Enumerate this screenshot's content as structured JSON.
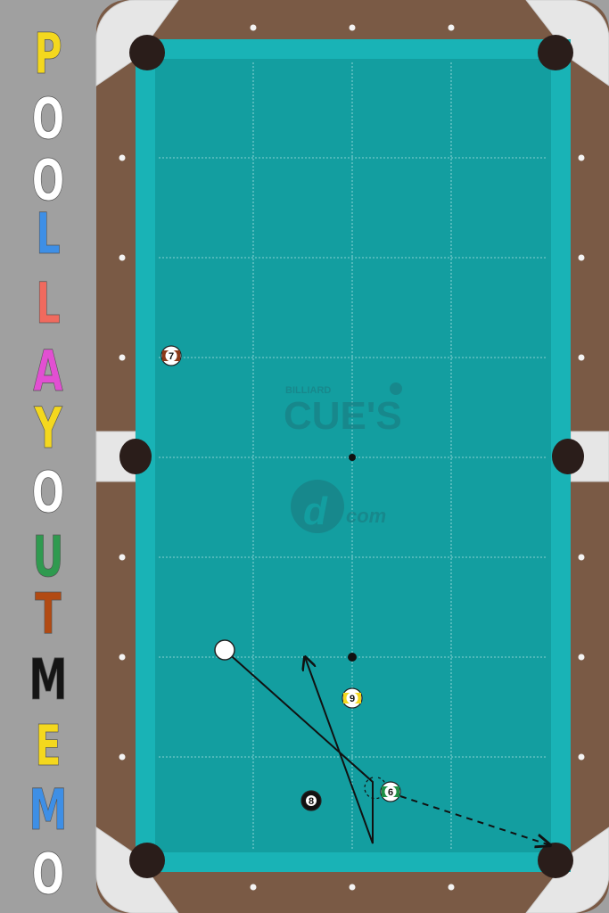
{
  "title_letters": [
    {
      "ch": "P",
      "color": "#f4d81e"
    },
    {
      "ch": "O",
      "color": "#ffffff"
    },
    {
      "ch": "O",
      "color": "#ffffff"
    },
    {
      "ch": "L",
      "color": "#3e8fe6"
    },
    {
      "ch": "L",
      "color": "#f06a5e"
    },
    {
      "ch": "A",
      "color": "#e24fd2"
    },
    {
      "ch": "Y",
      "color": "#f4d81e"
    },
    {
      "ch": "O",
      "color": "#ffffff"
    },
    {
      "ch": "U",
      "color": "#2f9a4f"
    },
    {
      "ch": "T",
      "color": "#b24a12"
    },
    {
      "ch": "M",
      "color": "#151515"
    },
    {
      "ch": "E",
      "color": "#f4d81e"
    },
    {
      "ch": "M",
      "color": "#3e8fe6"
    },
    {
      "ch": "O",
      "color": "#ffffff"
    }
  ],
  "colors": {
    "background": "#a0a0a0",
    "rail_wood": "#7a5a45",
    "cloth": "#139ea0",
    "cushion": "#19b3b6",
    "grid_line": "#c9eef0",
    "pocket_plate": "#e6e6e6",
    "pocket_hole": "#2a1d1a"
  },
  "watermark": {
    "top_small": "BILLIARD",
    "main": "CUE'S",
    "sub": "com"
  },
  "balls": [
    {
      "id": "cue",
      "number": "",
      "kind": "cue"
    },
    {
      "id": "7",
      "number": "7",
      "kind": "stripe",
      "color": "#8b3a1a"
    },
    {
      "id": "9",
      "number": "9",
      "kind": "stripe",
      "color": "#f4d81e"
    },
    {
      "id": "6",
      "number": "6",
      "kind": "stripe",
      "color": "#1f8f45"
    },
    {
      "id": "8",
      "number": "8",
      "kind": "solid",
      "color": "#111111"
    }
  ],
  "spots": [
    "center-spot",
    "foot-spot"
  ],
  "shot_paths": [
    {
      "id": "cue-path",
      "style": "solid",
      "arrow": true
    },
    {
      "id": "object-ball-path",
      "style": "dashed",
      "arrow": true
    }
  ]
}
